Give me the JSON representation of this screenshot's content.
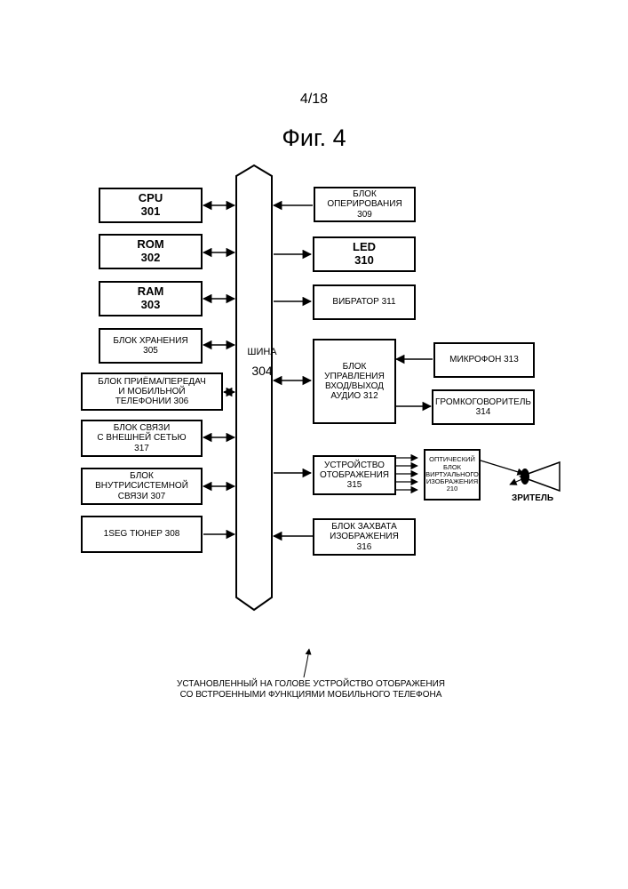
{
  "page_number": "4/18",
  "figure_title": "Фиг. 4",
  "bus": {
    "label": "ШИНА",
    "number": "304"
  },
  "left_blocks": {
    "cpu": "CPU\n301",
    "rom": "ROM\n302",
    "ram": "RAM\n303",
    "storage": "БЛОК ХРАНЕНИЯ\n305",
    "mobile_tx": "БЛОК ПРИЁМА/ПЕРЕДАЧ\nИ МОБИЛЬНОЙ\nТЕЛЕФОНИИ 306",
    "ext_comm": "БЛОК СВЯЗИ\nС ВНЕШНЕЙ СЕТЬЮ\n317",
    "internal_comm": "БЛОК\nВНУТРИСИСТЕМНОЙ\nСВЯЗИ 307",
    "tuner": "1SEG ТЮНЕР 308"
  },
  "right_blocks": {
    "operation": "БЛОК\nОПЕРИРОВАНИЯ\n309",
    "led": "LED\n310",
    "vibrator": "ВИБРАТОР 311",
    "audio_io": "БЛОК\nУПРАВЛЕНИЯ\nВХОД/ВЫХОД\nАУДИО 312",
    "microphone": "МИКРОФОН 313",
    "speaker": "ГРОМКОГОВОРИТЕЛЬ\n314",
    "display": "УСТРОЙСТВО\nОТОБРАЖЕНИЯ\n315",
    "optical": "ОПТИЧЕСКИЙ\nБЛОК\nВИРТУАЛЬНОГО\nИЗОБРАЖЕНИЯ\n210",
    "capture": "БЛОК ЗАХВАТА\nИЗОБРАЖЕНИЯ\n316"
  },
  "viewer_label": "ЗРИТЕЛЬ",
  "caption": "УСТАНОВЛЕННЫЙ НА ГОЛОВЕ УСТРОЙСТВО ОТОБРАЖЕНИЯ\nСО ВСТРОЕННЫМИ ФУНКЦИЯМИ МОБИЛЬНОГО ТЕЛЕФОНА"
}
